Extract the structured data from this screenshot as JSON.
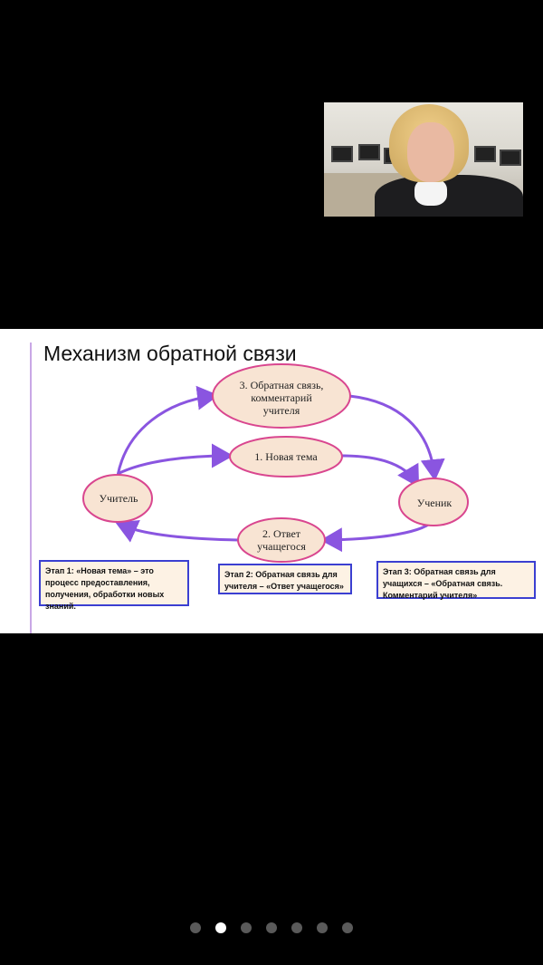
{
  "slide": {
    "title": "Механизм обратной связи",
    "nodes": {
      "feedback": "3. Обратная связь, комментарий учителя",
      "new_topic": "1. Новая тема",
      "teacher": "Учитель",
      "student": "Ученик",
      "answer": "2. Ответ учащегося"
    },
    "stages": {
      "stage1": "Этап 1: «Новая тема» – это процесс предоставления, получения, обработки новых знаний.",
      "stage2": "Этап 2: Обратная связь для учителя – «Ответ учащегося»",
      "stage3": "Этап 3: Обратная связь для учащихся – «Обратная связь. Комментарий учителя»"
    }
  },
  "colors": {
    "oval_fill": "#f8e4d3",
    "oval_stroke": "#d9468f",
    "arrow": "#8a55e0",
    "box_border": "#3b3fd1"
  },
  "pager": {
    "count": 7,
    "active_index": 1
  }
}
